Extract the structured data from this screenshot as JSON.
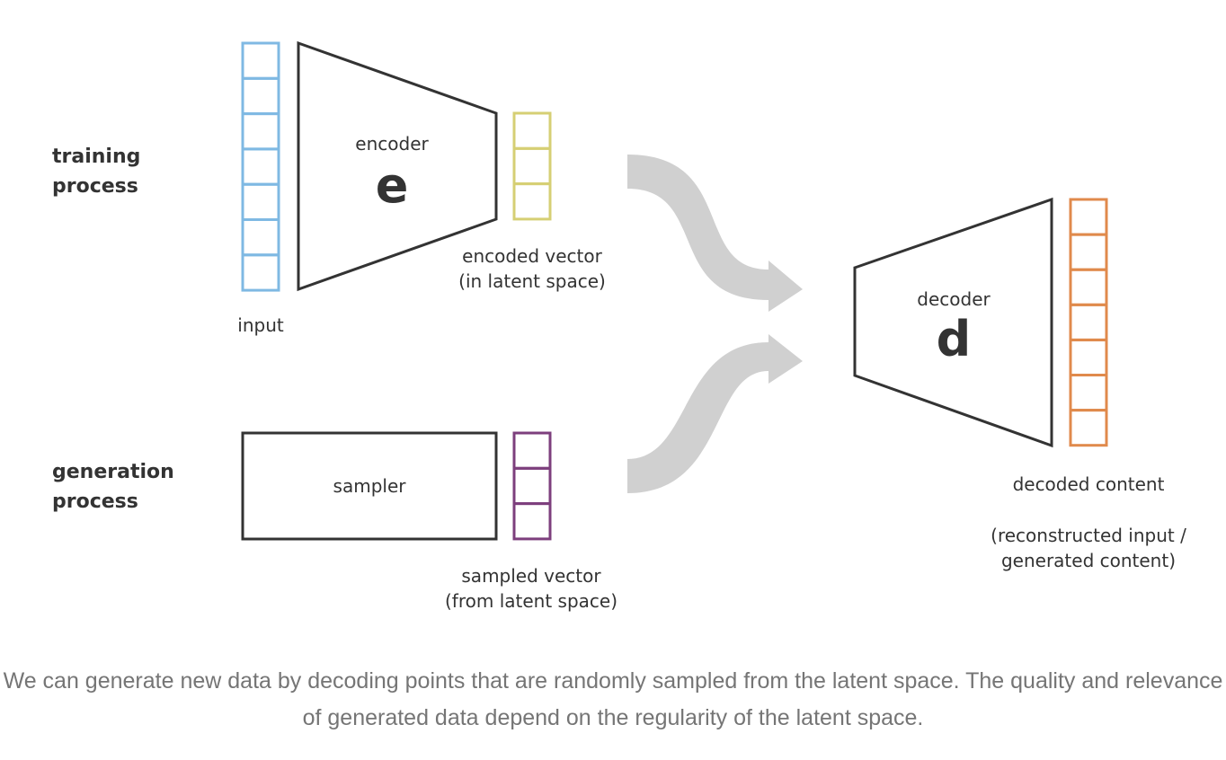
{
  "diagram": {
    "training_label": [
      "training",
      "process"
    ],
    "generation_label": [
      "generation",
      "process"
    ],
    "input_label": "input",
    "encoder": {
      "name": "encoder",
      "symbol": "e"
    },
    "encoded_vector_label": [
      "encoded vector",
      "(in latent space)"
    ],
    "sampler_label": "sampler",
    "sampled_vector_label": [
      "sampled vector",
      "(from latent space)"
    ],
    "decoder": {
      "name": "decoder",
      "symbol": "d"
    },
    "decoded_label": "decoded content",
    "decoded_sublabel": [
      "(reconstructed input /",
      "generated content)"
    ],
    "colors": {
      "input": "#7fb9e3",
      "encoded": "#d6cf74",
      "sampled": "#7d3f7d",
      "decoded": "#e08a4c",
      "shape_stroke": "#333333",
      "arrow": "#d0d0d0"
    }
  },
  "caption": "We can generate new data by decoding points that are randomly sampled from the latent space. The quality and relevance of generated data depend on the regularity of the latent space."
}
